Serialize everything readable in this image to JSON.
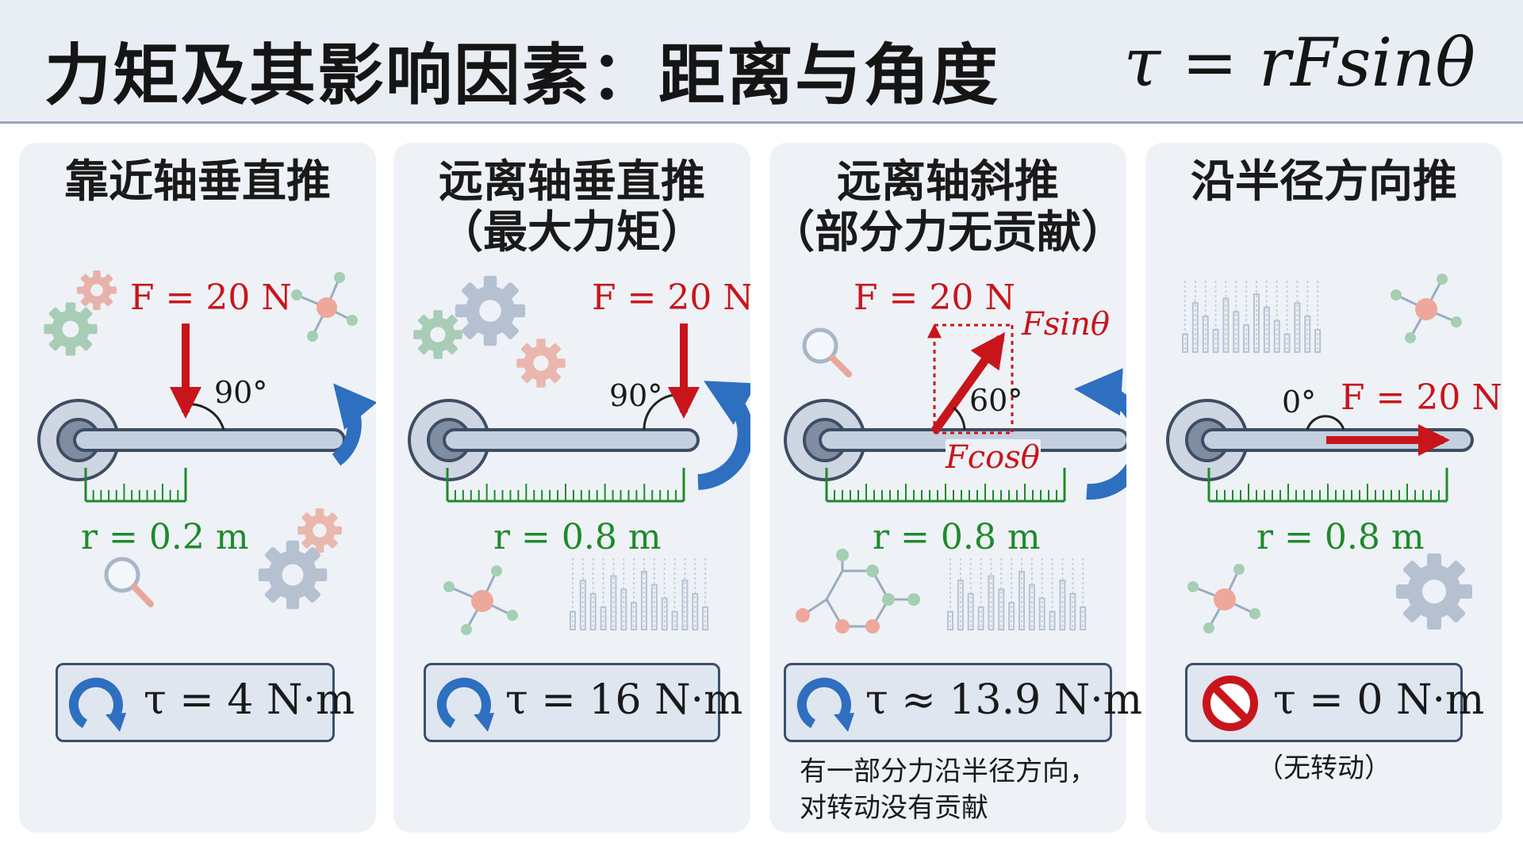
{
  "header": {
    "title": "力矩及其影响因素：距离与角度",
    "formula": "τ = rFsinθ"
  },
  "panels": [
    {
      "title_line1": "靠近轴垂直推",
      "title_line2": "",
      "force_label": "F = 20 N",
      "angle_label": "90°",
      "distance_label": "r = 0.2 m",
      "result": "τ = 4 N·m",
      "note_line1": "",
      "note_line2": ""
    },
    {
      "title_line1": "远离轴垂直推",
      "title_line2": "（最大力矩）",
      "force_label": "F = 20 N",
      "angle_label": "90°",
      "distance_label": "r = 0.8 m",
      "result": "τ = 16 N·m",
      "note_line1": "",
      "note_line2": ""
    },
    {
      "title_line1": "远离轴斜推",
      "title_line2": "（部分力无贡献）",
      "force_label": "F = 20 N",
      "angle_label": "60°",
      "sin_label": "Fsinθ",
      "cos_label": "Fcosθ",
      "distance_label": "r = 0.8 m",
      "result": "τ ≈ 13.9 N·m",
      "note_line1": "有一部分力沿半径方向，",
      "note_line2": "对转动没有贡献"
    },
    {
      "title_line1": "沿半径方向推",
      "title_line2": "",
      "force_label": "F = 20 N",
      "angle_label": "0°",
      "distance_label": "r = 0.8 m",
      "result": "τ = 0 N·m",
      "note_line1": "（无转动）",
      "note_line2": ""
    }
  ],
  "colors": {
    "force": "#c8151b",
    "distance": "#1e8a2a",
    "rotation": "#2f6fc0",
    "panel_bg": "#eef2f7"
  },
  "icons": [
    "gear-icon",
    "molecule-icon",
    "magnifier-icon",
    "bar-chart-icon",
    "rotation-arrow-icon",
    "no-entry-icon"
  ]
}
